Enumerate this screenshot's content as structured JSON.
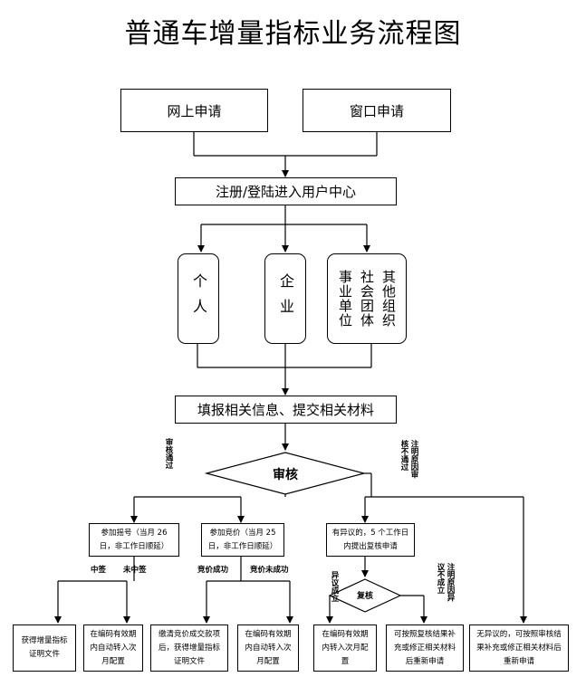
{
  "title": "普通车增量指标业务流程图",
  "nodes": {
    "online": "网上申请",
    "window": "窗口申请",
    "register": "注册/登陆进入用户中心",
    "individual": "个人",
    "enterprise": "企业",
    "other_col1": "其他组织",
    "other_col2": "社会团体",
    "other_col3": "事业单位",
    "fill": "填报相关信息、提交相关材料",
    "review": "审核",
    "lottery": "参加摇号（当月 26 日，非工作日顺延）",
    "bidding": "参加竞价（当月 25 日，非工作日顺延）",
    "objection": "有异议的，5 个工作日内提出复核申请",
    "recheck": "复核",
    "lot_win_result": "获得增量指标证明文件",
    "lot_lose_result": "在编码有效期内自动转入次月配置",
    "bid_win_result": "缴清竞价成交款项后，获得增量指标证明文件",
    "bid_lose_result": "在编码有效期内自动转入次月配置",
    "recheck_ok_result": "在编码有效期内转入次月配置",
    "recheck_fail_result": "可按照复核结果补充或修正相关材料后重新申请",
    "no_objection_result": "无异议的，可按照审核结果补充或修正相关材料后重新申请"
  },
  "labels": {
    "review_pass": "审核通过",
    "review_fail": "注明原因审核不通过",
    "lot_win": "中签",
    "lot_lose": "未中签",
    "bid_win": "竞价成功",
    "bid_lose": "竞价未成功",
    "objection_ok": "异议成立",
    "objection_fail": "注明原因异议不成立"
  }
}
